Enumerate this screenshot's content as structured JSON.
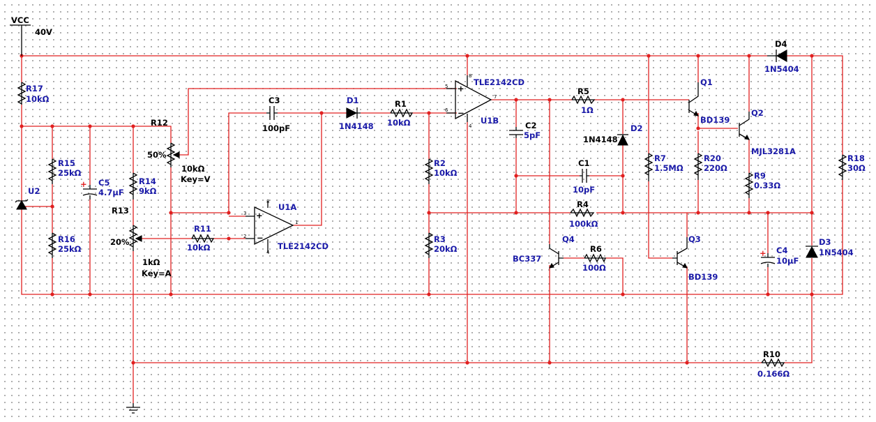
{
  "colors": {
    "wire": "#e02020",
    "component": "#000000",
    "value_text": "#1a1aa8",
    "label_text": "#000000",
    "grid_dot": "#9a9a9a"
  },
  "supply": {
    "name": "VCC",
    "voltage": "40V"
  },
  "components": {
    "R17": {
      "ref": "R17",
      "value": "10kΩ"
    },
    "R15": {
      "ref": "R15",
      "value": "25kΩ"
    },
    "R16": {
      "ref": "R16",
      "value": "25kΩ"
    },
    "C5": {
      "ref": "C5",
      "value": "4.7μF",
      "polarity": "+"
    },
    "U2": {
      "ref": "U2"
    },
    "R12": {
      "ref": "R12",
      "value": "10kΩ",
      "setting": "50%",
      "key": "Key=V"
    },
    "R14": {
      "ref": "R14",
      "value": "9kΩ"
    },
    "R13": {
      "ref": "R13",
      "value": "1kΩ",
      "setting": "20%",
      "key": "Key=A"
    },
    "R11": {
      "ref": "R11",
      "value": "10kΩ"
    },
    "C3": {
      "ref": "C3",
      "value": "100pF"
    },
    "U1A": {
      "ref": "U1A",
      "part": "TLE2142CD",
      "pin_plus": "3",
      "pin_minus": "2",
      "pin_out": "1",
      "pin_vcc": "8",
      "pin_gnd": "4"
    },
    "D1": {
      "ref": "D1",
      "part": "1N4148"
    },
    "R1": {
      "ref": "R1",
      "value": "10kΩ"
    },
    "R2": {
      "ref": "R2",
      "value": "10kΩ"
    },
    "R3": {
      "ref": "R3",
      "value": "20kΩ"
    },
    "U1B": {
      "ref": "U1B",
      "part": "TLE2142CD",
      "pin_plus": "5",
      "pin_minus": "6",
      "pin_out": "7",
      "pin_vcc": "8",
      "pin_gnd": "4"
    },
    "C2": {
      "ref": "C2",
      "value": "5pF"
    },
    "R5": {
      "ref": "R5",
      "value": "1Ω"
    },
    "D2": {
      "ref": "D2",
      "part": "1N4148"
    },
    "C1": {
      "ref": "C1",
      "value": "10pF"
    },
    "R4": {
      "ref": "R4",
      "value": "100kΩ"
    },
    "Q4": {
      "ref": "Q4",
      "part": "BC337"
    },
    "R6": {
      "ref": "R6",
      "value": "100Ω"
    },
    "R7": {
      "ref": "R7",
      "value": "1.5MΩ"
    },
    "Q1": {
      "ref": "Q1",
      "part": "BD139"
    },
    "R20": {
      "ref": "R20",
      "value": "220Ω"
    },
    "Q3": {
      "ref": "Q3",
      "part": "BD139"
    },
    "Q2": {
      "ref": "Q2",
      "part": "MJL3281A"
    },
    "R9": {
      "ref": "R9",
      "value": "0.33Ω"
    },
    "D4": {
      "ref": "D4",
      "part": "1N5404"
    },
    "C4": {
      "ref": "C4",
      "value": "10μF",
      "polarity": "+"
    },
    "D3": {
      "ref": "D3",
      "part": "1N5404"
    },
    "R18": {
      "ref": "R18",
      "value": "30Ω"
    },
    "R10": {
      "ref": "R10",
      "value": "0.166Ω"
    }
  }
}
